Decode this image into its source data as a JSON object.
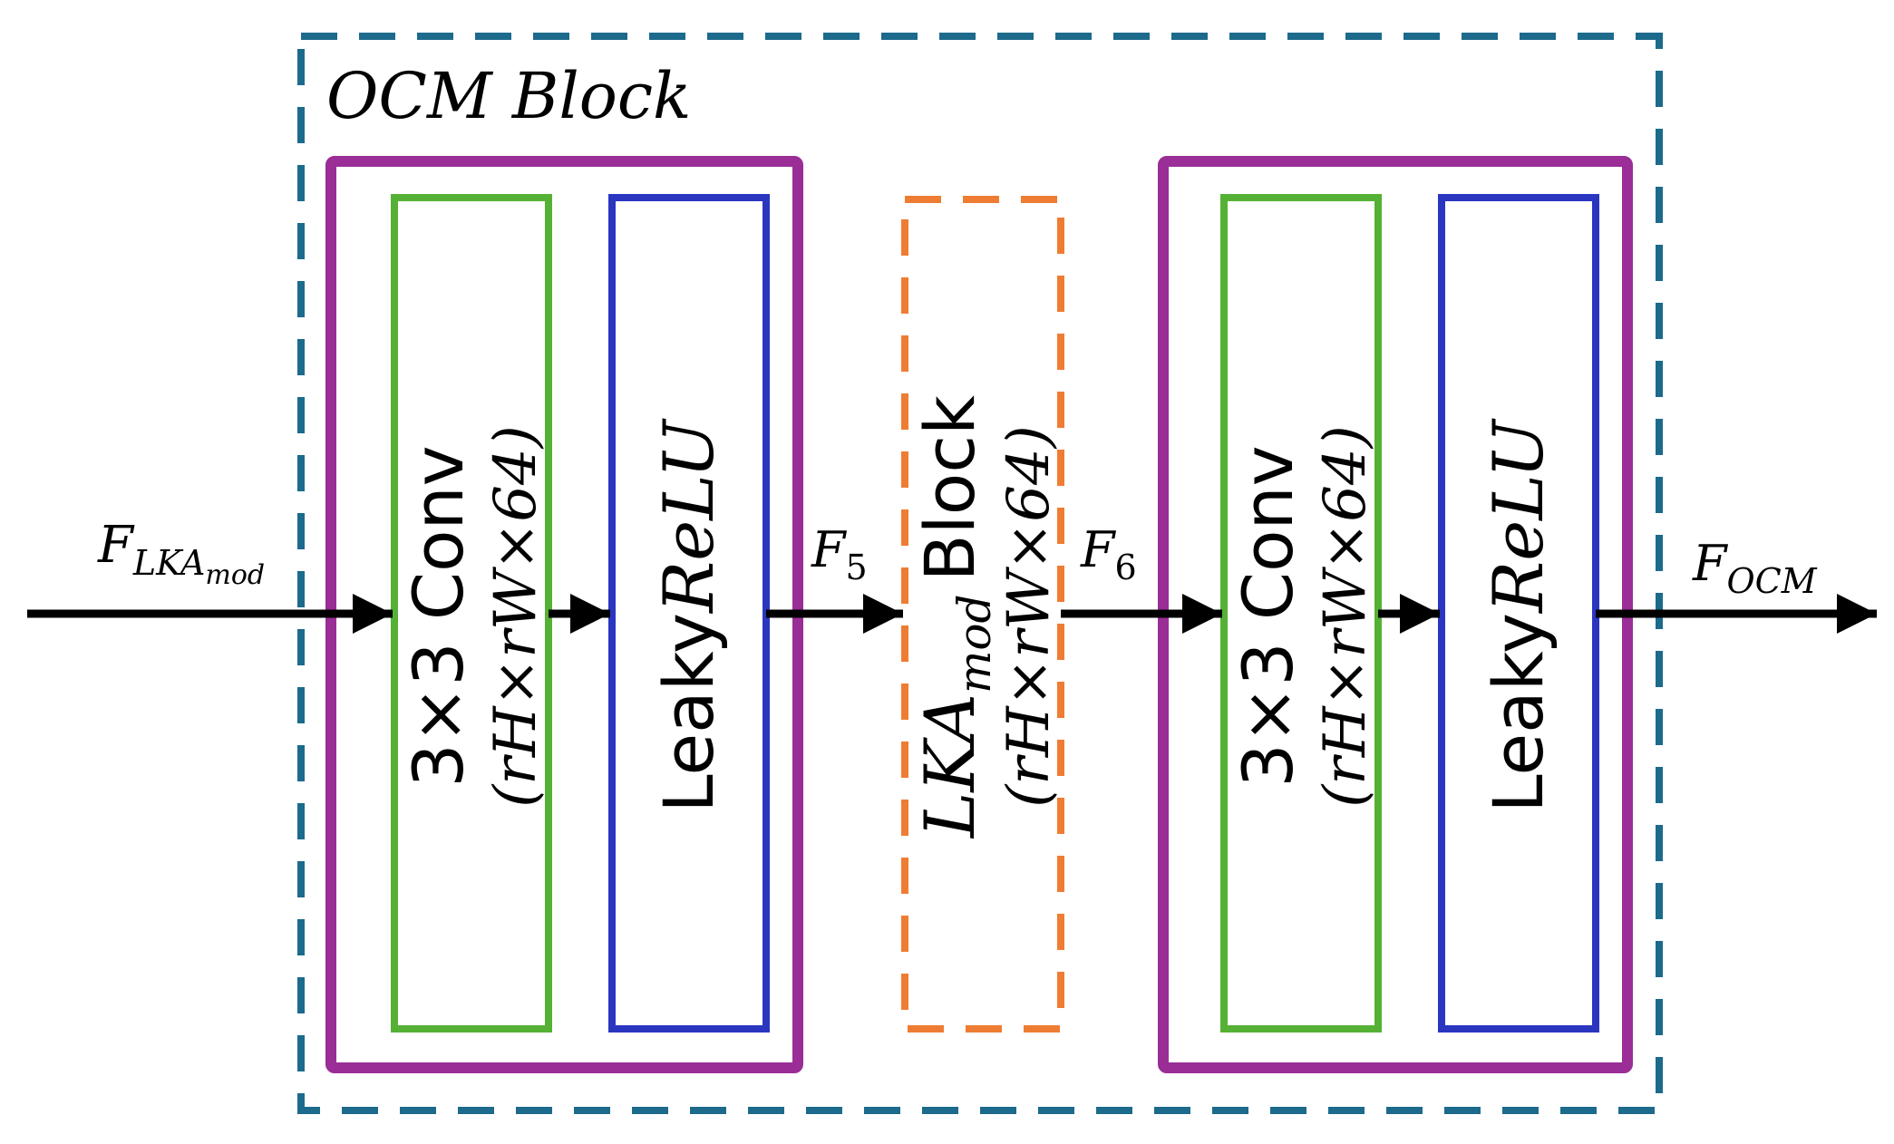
{
  "colors": {
    "outer_block": "#1c6a8c",
    "group": "#9a2d96",
    "conv": "#55b136",
    "activation": "#2a36c0",
    "lka": "#ee7d33",
    "arrow": "#000000"
  },
  "outer_block": {
    "title": "OCM Block"
  },
  "input": {
    "symbol": "F",
    "subscript_main": "LKA",
    "subscript_sub": "mod"
  },
  "group1": {
    "conv": {
      "line1": "3×3 Conv",
      "line2": "(rH×rW×64)"
    },
    "activation": {
      "label_prefix": "Leaky",
      "label_math": "ReLU"
    }
  },
  "edge_f5": {
    "symbol": "F",
    "subscript": "5"
  },
  "lka_block": {
    "math": "LKA",
    "math_sub": "mod",
    "word": "Block",
    "dims": "(rH×rW×64)"
  },
  "edge_f6": {
    "symbol": "F",
    "subscript": "6"
  },
  "group2": {
    "conv": {
      "line1": "3×3 Conv",
      "line2": "(rH×rW×64)"
    },
    "activation": {
      "label_prefix": "Leaky",
      "label_math": "ReLU"
    }
  },
  "output": {
    "symbol": "F",
    "subscript": "OCM"
  }
}
